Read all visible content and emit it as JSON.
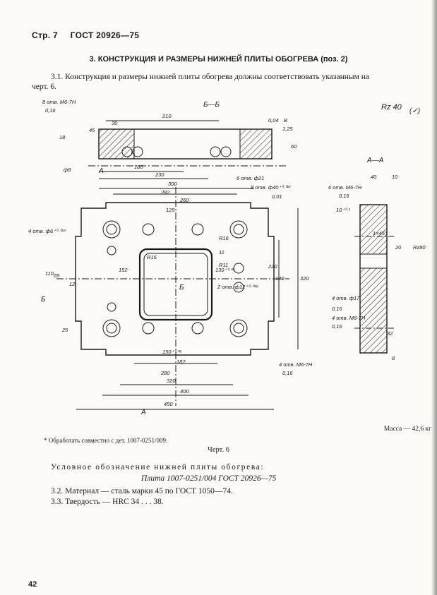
{
  "header": {
    "page": "Стр. 7",
    "standard": "ГОСТ 20926—75"
  },
  "section_title": "3. КОНСТРУКЦИЯ И РАЗМЕРЫ НИЖНЕЙ ПЛИТЫ ОБОГРЕВА (поз. 2)",
  "para_3_1": {
    "line1": "3.1.  Конструкция  и  размеры   нижней  плиты  обогрева  должны  соответствовать   указанным   на",
    "line2": "черт. 6."
  },
  "drawing": {
    "section_bb": "Б—Б",
    "section_aa": "А—А",
    "roughness": "Rz 40",
    "roughness_paren": "(✓)",
    "dims": {
      "d210": "210",
      "d180": "180",
      "d230": "230",
      "d300": "300",
      "d282": "282",
      "d260": "260",
      "d125": "125",
      "d450": "450",
      "d400": "400",
      "d320": "320",
      "d280": "280",
      "d182": "182",
      "d150": "150⁺⁰·²⁶",
      "d320v": "320",
      "d220": "220",
      "d140": "140",
      "d152": "152",
      "d110": "110",
      "d65": "65",
      "d130": "130⁺⁰·²⁶",
      "d60": "60",
      "d45": "45",
      "d30": "30",
      "d40": "40",
      "d10": "10",
      "d32": "32",
      "d18": "18",
      "d8": "8",
      "d11": "11",
      "d12": "12",
      "d25": "25",
      "d20": "20"
    },
    "notes": {
      "thread_top": "8 отв. М6-7Н",
      "tol_top": "0,16",
      "phi8": "ф8",
      "holes_21": "6 отв. ф21",
      "holes_40": "8 отв. ф40⁺⁰·⁰²⁷",
      "tol_40": "0,01",
      "holes_6": "4 отв. ф6⁺⁰·⁰¹²",
      "r16": "R16",
      "r11": "R11",
      "holes_12": "2 отв. ф12⁺⁰·⁰¹⁸",
      "par": "0,04",
      "par_ref": "В",
      "thread_bot": "4 отв. М6-7Н",
      "tol_bot": "0,16",
      "thread_side": "6 отв. М6-7Н",
      "tol_side": "0,16",
      "dim_10": "10⁺⁰·¹",
      "chamfer": "1×45°",
      "rz80": "Rz80",
      "ra125": "1,25",
      "holes_17": "4 отв. ф17",
      "tol_17": "0,16",
      "thread_m6": "4 отв. М6-7Н",
      "tol_m6": "0,16",
      "cut_a": "А",
      "cut_b": "Б"
    }
  },
  "mass": "Масса — 42,6 кг",
  "footnote": "* Обработать совместно с дет. 1007-0251/009.",
  "figure_caption": "Черт. 6",
  "designation_label": "Условное обозначение нижней плиты обогрева:",
  "designation_example": "Плита 1007-0251/004 ГОСТ 20926—75",
  "para_3_2": "3.2. Материал — сталь марки 45 по ГОСТ 1050—74.",
  "para_3_3": "3.3. Твердость — HRC 34 . . . 38.",
  "page_number": "42"
}
